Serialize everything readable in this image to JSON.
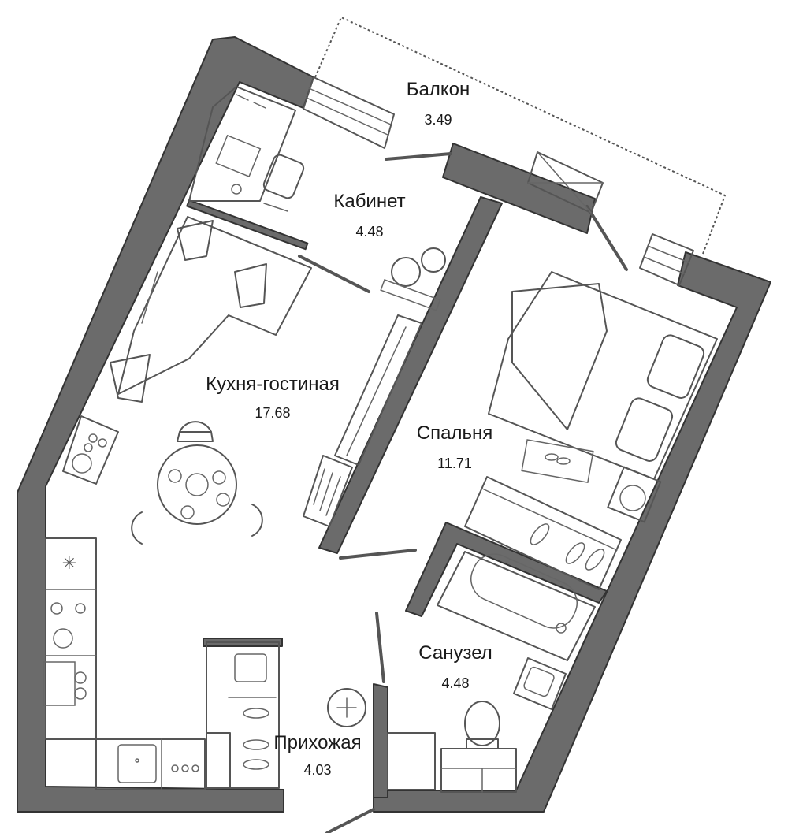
{
  "plan": {
    "colors": {
      "wall": "#6b6b6b",
      "wall_outline": "#333333",
      "furniture_stroke": "#555555",
      "label": "#1a1a1a"
    },
    "rooms": [
      {
        "id": "balcony",
        "name": "Балкон",
        "area": "3.49"
      },
      {
        "id": "study",
        "name": "Кабинет",
        "area": "4.48"
      },
      {
        "id": "kitchen",
        "name": "Кухня-гостиная",
        "area": "17.68"
      },
      {
        "id": "bedroom",
        "name": "Спальня",
        "area": "11.71"
      },
      {
        "id": "bathroom",
        "name": "Санузел",
        "area": "4.48"
      },
      {
        "id": "hallway",
        "name": "Прихожая",
        "area": "4.03"
      }
    ],
    "icons": [
      "laptop-desk-icon",
      "office-chair-icon",
      "sofa-icon",
      "dining-table-icon",
      "stove-icon",
      "sink-icon",
      "bed-icon",
      "bathtub-icon",
      "toilet-icon",
      "washbasin-icon",
      "wardrobe-icon",
      "plant-icon",
      "window-icon",
      "ceiling-light-icon",
      "washing-machine-icon"
    ]
  }
}
